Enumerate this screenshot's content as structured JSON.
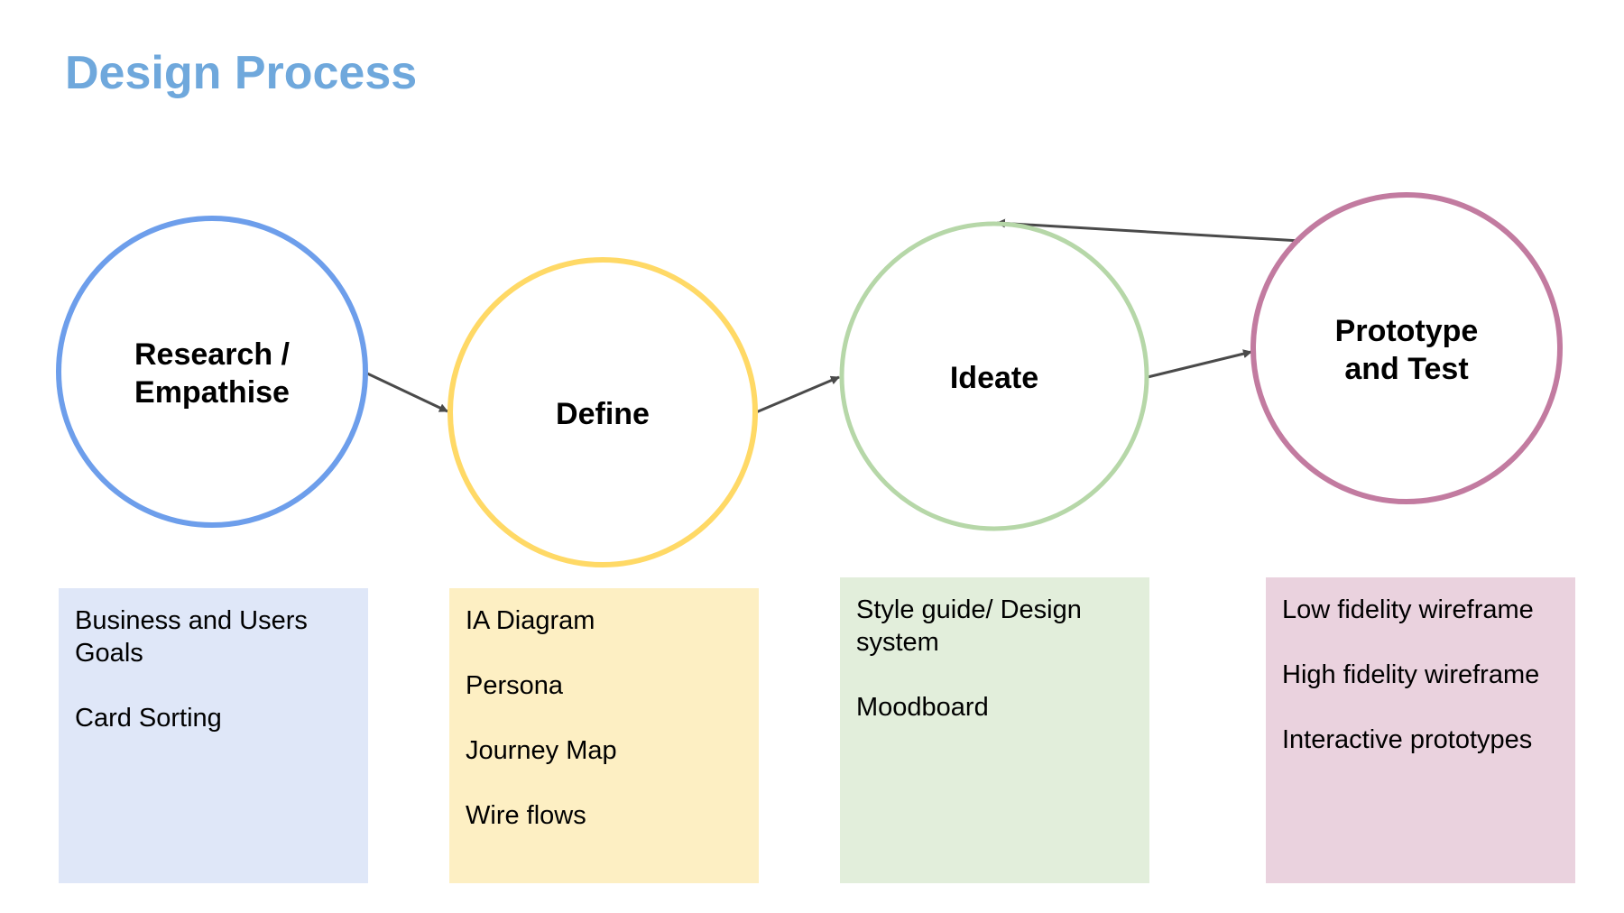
{
  "title": "Design Process",
  "colors": {
    "title": "#6fa8dc",
    "research": "#6d9eeb",
    "define": "#ffd966",
    "ideate": "#b6d7a8",
    "prototype": "#c27ba0",
    "arrow": "#4a4a4a"
  },
  "stages": [
    {
      "id": "research",
      "label_lines": [
        "Research /",
        "Empathise"
      ]
    },
    {
      "id": "define",
      "label_lines": [
        "Define"
      ]
    },
    {
      "id": "ideate",
      "label_lines": [
        "Ideate"
      ]
    },
    {
      "id": "prototype",
      "label_lines": [
        "Prototype",
        "and Test"
      ]
    }
  ],
  "boxes": {
    "research": [
      "Business and Users Goals",
      "Card Sorting"
    ],
    "define": [
      "IA Diagram",
      "Persona",
      "Journey Map",
      "Wire flows"
    ],
    "ideate": [
      "Style guide/ Design system",
      "Moodboard"
    ],
    "prototype": [
      "Low fidelity wireframe",
      "High fidelity wireframe",
      "Interactive prototypes"
    ]
  }
}
